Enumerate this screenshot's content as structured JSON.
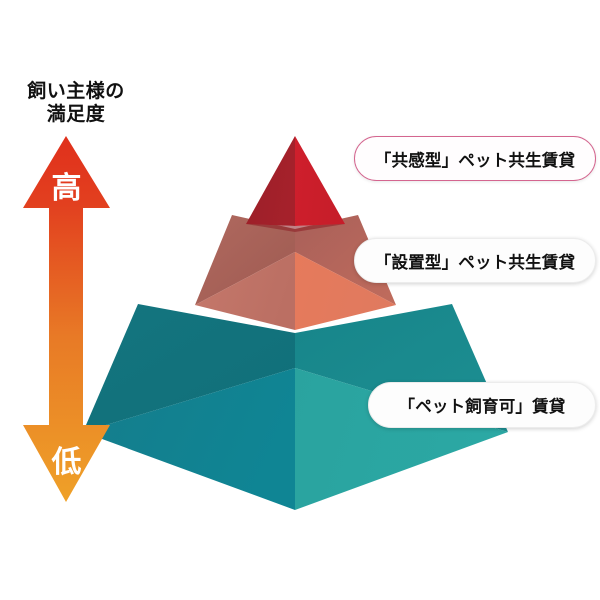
{
  "diagram": {
    "title": "ペット賃貸ピラミッド",
    "axis": {
      "label": "飼い主様の\n満足度",
      "high_label": "高",
      "low_label": "低",
      "arrow_color_top": "#e03a21",
      "arrow_color_bottom": "#ef9a23"
    },
    "pyramid": {
      "tiers": [
        {
          "rank": 1,
          "position": "top",
          "label": "「共感型」ペット共生賃貸",
          "color_left": "#a01f28",
          "color_right": "#d21f2c",
          "border_color": "#d4658f"
        },
        {
          "rank": 2,
          "position": "middle",
          "label": "「設置型」ペット共生賃貸",
          "color_left": "#c07365",
          "color_right": "#e1765a",
          "border_color": "#ececec"
        },
        {
          "rank": 3,
          "position": "base",
          "label": "「ペット飼育可」賃貸",
          "color_left": "#13808f",
          "color_right": "#2aa3a0",
          "border_color": "#ececec"
        }
      ]
    }
  },
  "chart_data": {
    "type": "pyramid",
    "title": "飼い主様の満足度によるペット賃貸の階層",
    "axis_label": "飼い主様の満足度",
    "axis_scale": [
      "低",
      "高"
    ],
    "categories": [
      "「ペット飼育可」賃貸",
      "「設置型」ペット共生賃貸",
      "「共感型」ペット共生賃貸"
    ],
    "values": [
      3,
      2,
      1
    ],
    "legend_position": "right",
    "grid": false
  }
}
